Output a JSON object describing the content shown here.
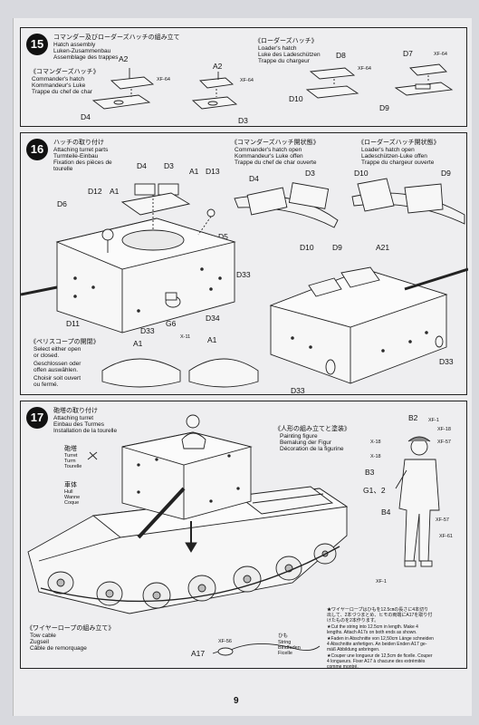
{
  "step15": {
    "num": "15",
    "title_jp": "コマンダー及びローダーズハッチの組み立て",
    "title_en": "Hatch assembly",
    "title_de": "Luken-Zusammenbau",
    "title_fr": "Assemblage des trappes",
    "commander": {
      "jp": "《コマンダーズハッチ》",
      "en": "Commander's hatch",
      "de": "Kommandeur's Luke",
      "fr": "Trappe du chef de char"
    },
    "loader": {
      "jp": "《ローダーズハッチ》",
      "en": "Loader's hatch",
      "de": "Luke des Ladeschützen",
      "fr": "Trappe du chargeur"
    },
    "parts": {
      "a2a": "A2",
      "xf64a": "XF-64",
      "d4": "D4",
      "a2b": "A2",
      "xf64b": "XF-64",
      "d3": "D3",
      "d8": "D8",
      "xf64c": "XF-64",
      "d10": "D10",
      "d7": "D7",
      "xf64d": "XF-64",
      "d9": "D9"
    }
  },
  "step16": {
    "num": "16",
    "title_jp": "ハッチの取り付け",
    "title_en": "Attaching turret parts",
    "title_de": "Turmteile-Einbau",
    "title_fr1": "Fixation des pièces de",
    "title_fr2": "tourelle",
    "cmd_open": {
      "jp": "《コマンダーズハッチ開状態》",
      "en": "Commander's hatch open",
      "de": "Kommandeur's Luke offen",
      "fr": "Trappe du chef de char ouverte"
    },
    "ldr_open": {
      "jp": "《ローダーズハッチ開状態》",
      "en": "Loader's hatch open",
      "de": "Ladeschützen-Luke offen",
      "fr": "Trappe du chargeur ouverte"
    },
    "periscope": {
      "jp": "《ペリスコープの開閉》",
      "l1": "Select either open",
      "l2": "or closed.",
      "l3": "Geschlossen oder",
      "l4": "offen auswählen.",
      "l5": "Choisir soit ouvert",
      "l6": "ou fermé."
    },
    "parts": {
      "d4": "D4",
      "d3": "D3",
      "a1a": "A1",
      "d13": "D13",
      "d12": "D12",
      "a1b": "A1",
      "d6": "D6",
      "d5": "D5",
      "d33a": "D33",
      "d11": "D11",
      "d33b": "D33",
      "g6": "G6",
      "d34": "D34",
      "x11": "X-11",
      "a1c": "A1",
      "a1d": "A1",
      "d4b": "D4",
      "d3b": "D3",
      "d10": "D10",
      "d9": "D9",
      "d10b": "D10",
      "d9b": "D9",
      "a21": "A21",
      "d33c": "D33",
      "d33d": "D33"
    }
  },
  "step17": {
    "num": "17",
    "title_jp": "砲塔の取り付け",
    "title_en": "Attaching turret",
    "title_de": "Einbau des Turmes",
    "title_fr": "Installation de la tourelle",
    "turret": {
      "jp": "砲塔",
      "en": "Turret",
      "de": "Turm",
      "fr": "Tourelle"
    },
    "hull": {
      "jp": "車体",
      "en": "Hull",
      "de": "Wanne",
      "fr": "Coque"
    },
    "figure": {
      "jp": "《人形の組み立てと塗装》",
      "en": "Painting figure",
      "de": "Bemalung der Figur",
      "fr": "Décoration de la figurine"
    },
    "towcable": {
      "jp": "《ワイヤーロープの組み立て》",
      "en": "Tow cable",
      "de": "Zugseil",
      "fr": "Câble de remorquage"
    },
    "string": {
      "jp": "ひも",
      "en": "String",
      "de": "Bindfaden",
      "fr": "Ficelle"
    },
    "parts": {
      "b2": "B2",
      "xf1a": "XF-1",
      "xf18a": "XF-18",
      "xf57a": "XF-57",
      "x18a": "X-18",
      "x18b": "X-18",
      "b3": "B3",
      "g12": "G1、2",
      "b4": "B4",
      "xf57b": "XF-57",
      "xf61": "XF-61",
      "xf1b": "XF-1",
      "xf56": "XF-56",
      "a17": "A17"
    },
    "notes": [
      "★ワイヤーロープはひもを12.5㎝の長さに4本切り",
      "出して、2本づつまとめ、ヒモの両端にA17を取り付",
      "けたものを2本作ります。",
      "★Cut the string into 12.5cm in length. Make 4",
      "lengths. Attach A17s on both ends as shown.",
      "★Faden in Abschnitte von 12,50cm Länge schneiden",
      "4 Abschnitte anfertigen. An beiden Enden A17 ge-",
      "mäß Abbildung anbringen.",
      "★Couper une longueur de 12,5cm de ficelle. Couper",
      "4 longueurs. Fixer A17 à chacune des extrémités",
      "comme montré."
    ]
  },
  "page_number": "9"
}
